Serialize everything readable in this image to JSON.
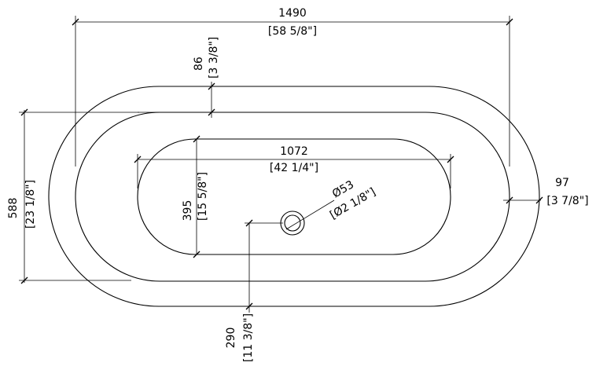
{
  "dimensions": {
    "overall_length": {
      "mm": "1490",
      "inch": "[58 5/8\"]"
    },
    "rim_top": {
      "mm": "86",
      "inch": "[3 3/8\"]"
    },
    "inner_length": {
      "mm": "1072",
      "inch": "[42 1/4\"]"
    },
    "inner_width": {
      "mm": "395",
      "inch": "[15 5/8\"]"
    },
    "drain_diameter": {
      "mm": "Ø53",
      "inch": "[Ø2 1/8\"]"
    },
    "rim_side": {
      "mm": "97",
      "inch": "[3 7/8\"]"
    },
    "overall_width": {
      "mm": "588",
      "inch": "[23 1/8\"]"
    },
    "drain_offset": {
      "mm": "290",
      "inch": "[11 3/8\"]"
    }
  }
}
